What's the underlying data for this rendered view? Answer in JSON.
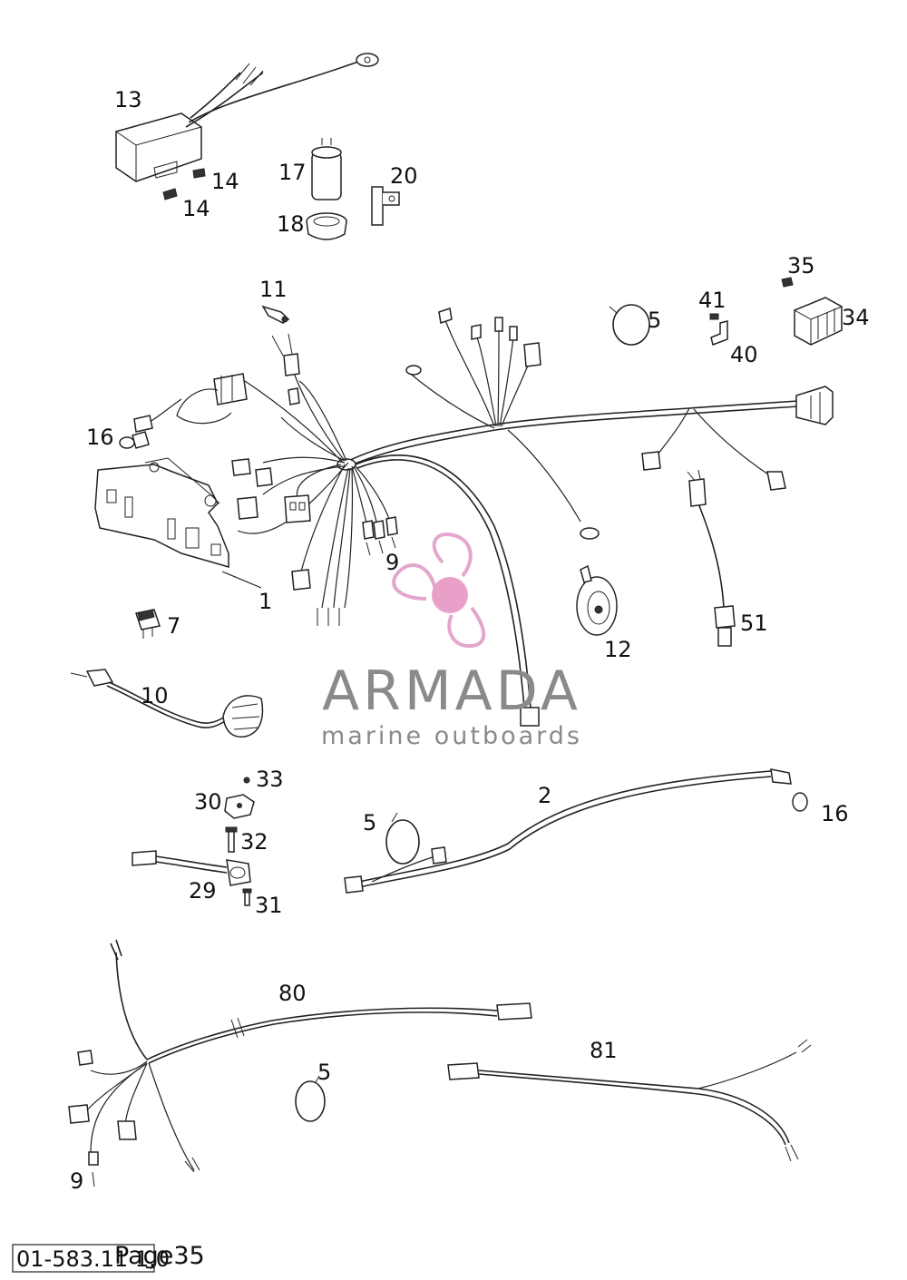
{
  "diagram": {
    "callouts": {
      "c13": "13",
      "c14a": "14",
      "c14b": "14",
      "c17": "17",
      "c18": "18",
      "c20": "20",
      "c11": "11",
      "c5a": "5",
      "c41": "41",
      "c35": "35",
      "c34": "34",
      "c40": "40",
      "c16a": "16",
      "c9a": "9",
      "c1": "1",
      "c7": "7",
      "c12": "12",
      "c51": "51",
      "c10": "10",
      "c33": "33",
      "c30": "30",
      "c32": "32",
      "c29": "29",
      "c31": "31",
      "c5b": "5",
      "c2": "2",
      "c16b": "16",
      "c80": "80",
      "c5c": "5",
      "c81": "81",
      "c9b": "9"
    }
  },
  "watermark": {
    "brand": "ARMADA",
    "tagline": "marine outboards",
    "colors": {
      "logo": "#e3a6cc",
      "logo_center": "#e8a0c8",
      "text": "#8a8a8a"
    }
  },
  "footer": {
    "code": "01-583.11 1.0",
    "page_label": "Page35"
  }
}
